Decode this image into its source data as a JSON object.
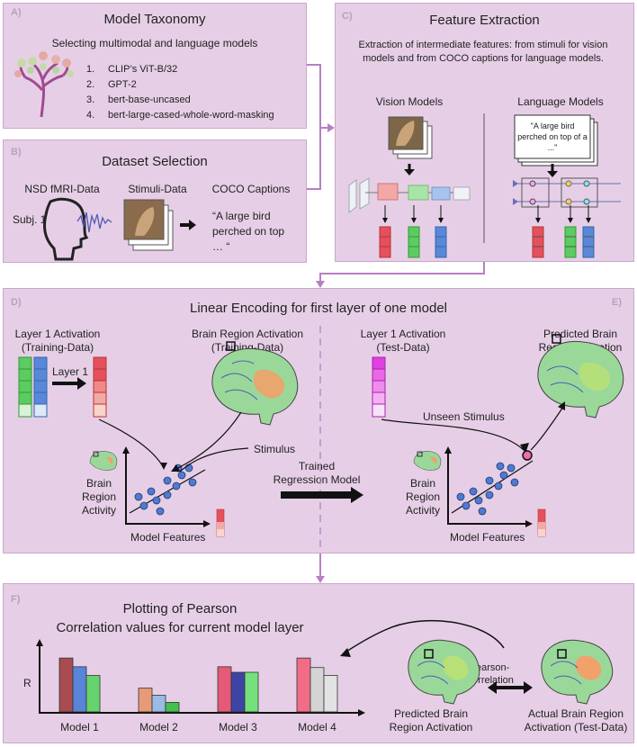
{
  "panelA": {
    "tag": "A)",
    "title": "Model Taxonomy",
    "subtitle": "Selecting multimodal and language models",
    "models": [
      {
        "num": "1.",
        "name": "CLIP’s ViT-B/32"
      },
      {
        "num": "2.",
        "name": "GPT-2"
      },
      {
        "num": "3.",
        "name": "bert-base-uncased"
      },
      {
        "num": "4.",
        "name": "bert-large-cased-whole-word-masking"
      }
    ]
  },
  "panelB": {
    "tag": "B)",
    "title": "Dataset Selection",
    "col1": "NSD fMRI-Data",
    "col2": "Stimuli-Data",
    "col3": "COCO Captions",
    "subject": "Subj. 1",
    "caption": "“A large bird perched on top … “"
  },
  "panelC": {
    "tag": "C)",
    "title": "Feature Extraction",
    "desc": "Extraction of intermediate features: from stimuli for vision models and from COCO captions for language models.",
    "vision": "Vision Models",
    "language": "Language Models",
    "card_text": "\"A large bird perched on top of a ...\""
  },
  "panelD": {
    "tag": "D)",
    "tagE": "E)",
    "title": "Linear Encoding for first layer of one model",
    "layer_train": "Layer 1 Activation (Training-Data)",
    "brain_train": "Brain Region Activation (Training-Data)",
    "layer1": "Layer 1",
    "stimulus": "Stimulus",
    "brain_activity": "Brain Region Activity",
    "model_features": "Model Features",
    "trained": "Trained Regression Model",
    "layer_test": "Layer 1 Activation (Test-Data)",
    "predicted": "Predicted Brain Region Activation",
    "unseen": "Unseen Stimulus",
    "brain_activity2": "Brain Region Activity",
    "model_features2": "Model Features"
  },
  "panelF": {
    "tag": "F)",
    "title_line1": "Plotting of Pearson",
    "title_line2": "Correlation values for current model layer",
    "ylabel": "R",
    "pearson": "Pearson-Correlation",
    "predicted": "Predicted Brain Region Activation",
    "actual": "Actual Brain Region Activation (Test-Data)"
  },
  "chart_data": {
    "type": "bar",
    "categories": [
      "Model 1",
      "Model 2",
      "Model 3",
      "Model 4"
    ],
    "series": [
      {
        "values": [
          0.68,
          0.3,
          0.57,
          0.68
        ],
        "colors": [
          "#a84c52",
          "#e89a78",
          "#e45a78",
          "#f26c88"
        ]
      },
      {
        "values": [
          0.57,
          0.21,
          0.5,
          0.56
        ],
        "colors": [
          "#5a84d8",
          "#99bbe4",
          "#3e44a4",
          "#d4d4d4"
        ]
      },
      {
        "values": [
          0.46,
          0.12,
          0.5,
          0.46
        ],
        "colors": [
          "#66d46e",
          "#44c050",
          "#74e07c",
          "#e2e2e2"
        ]
      }
    ],
    "ylabel": "R",
    "ylim": [
      0,
      1
    ]
  }
}
